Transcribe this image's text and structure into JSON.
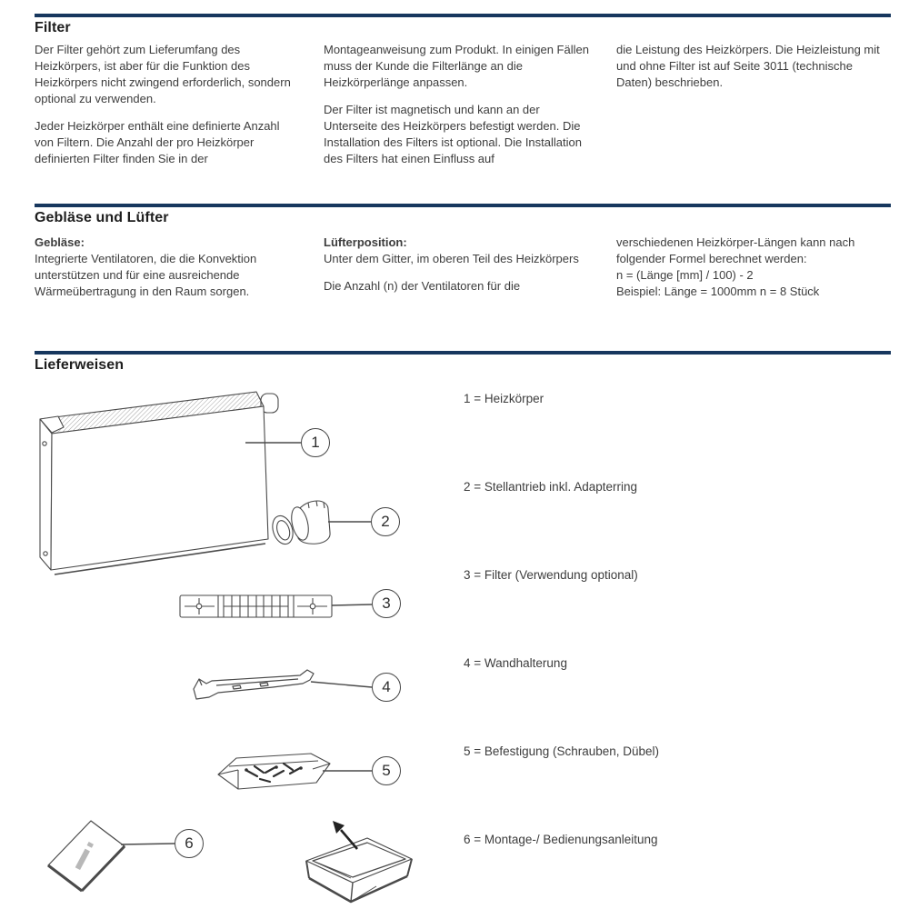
{
  "page": {
    "accent_color": "#17375e"
  },
  "filter_section": {
    "title": "Filter",
    "col1_p1": "Der Filter gehört zum Lieferumfang des Heizkörpers, ist aber für die Funktion des Heizkörpers nicht zwingend erforderlich, sondern optional zu verwenden.",
    "col1_p2": "Jeder Heizkörper enthält eine definierte Anzahl von Filtern. Die Anzahl der pro Heizkörper definierten Filter finden Sie in der",
    "col2_p1": "Montageanweisung zum Produkt. In einigen Fällen muss der Kunde die Filterlänge an die Heizkörperlänge anpassen.",
    "col2_p2": "Der Filter ist magnetisch und kann an der Unterseite des Heizkörpers befestigt werden. Die Installation des Filters ist optional. Die Installation des Filters hat einen Einfluss auf",
    "col3_p1": "die Leistung des Heizkörpers. Die Heizleistung mit und ohne Filter ist auf Seite 3011 (technische Daten) beschrieben."
  },
  "geblaese_section": {
    "title": "Gebläse und Lüfter",
    "col1_heading": "Gebläse:",
    "col1_p1": "Integrierte Ventilatoren, die die Konvektion unterstützen und für eine ausreichende Wärmeübertragung in den Raum sorgen.",
    "col2_heading": "Lüfterposition:",
    "col2_p1": "Unter dem Gitter, im oberen Teil des Heizkörpers",
    "col2_p2": "Die Anzahl (n) der Ventilatoren für die",
    "col3_lines": [
      "verschiedenen Heizkörper-Längen kann nach",
      "folgender Formel berechnet werden:",
      "n = (Länge [mm] / 100) - 2",
      "Beispiel: Länge = 1000mm n = 8 Stück"
    ]
  },
  "lieferweisen_section": {
    "title": "Lieferweisen",
    "booklet_icon": "i",
    "items": [
      {
        "num": "1",
        "label": "1 = Heizkörper"
      },
      {
        "num": "2",
        "label": "2 = Stellantrieb inkl. Adapterring"
      },
      {
        "num": "3",
        "label": "3 = Filter (Verwendung optional)"
      },
      {
        "num": "4",
        "label": "4 = Wandhalterung"
      },
      {
        "num": "5",
        "label": "5 = Befestigung (Schrauben, Dübel)"
      },
      {
        "num": "6",
        "label": "6 = Montage-/ Bedienungsanleitung"
      }
    ]
  }
}
